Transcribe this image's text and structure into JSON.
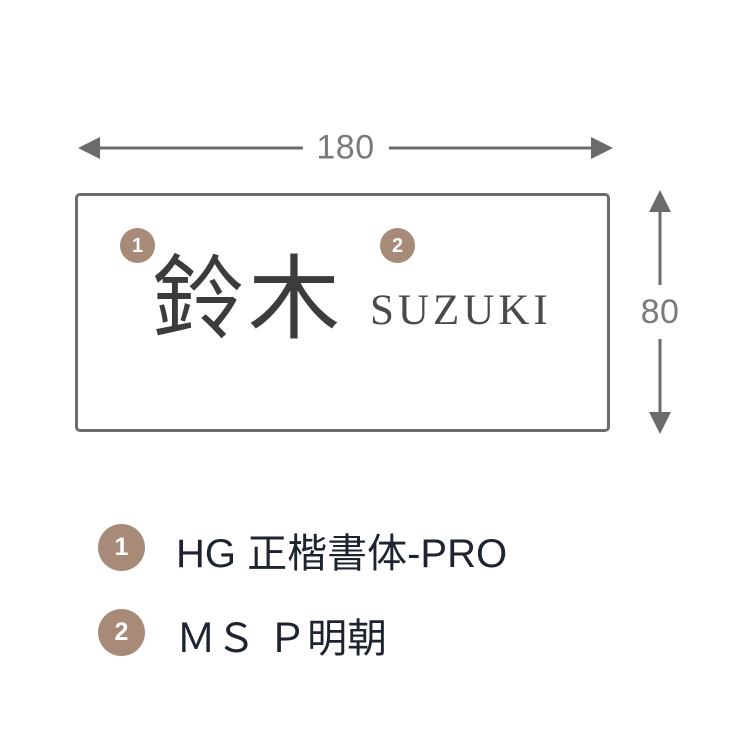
{
  "colors": {
    "background": "#ffffff",
    "badge_fill": "#a88a78",
    "badge_text": "#ffffff",
    "plate_border": "#6b6b6b",
    "dimension_line": "#6b6b6b",
    "dimension_text": "#7a7a7a",
    "kanji_text": "#3c3c3c",
    "romaji_text": "#4a4a4a",
    "legend_text": "#1d2330"
  },
  "dimensions": {
    "width": {
      "value": "180",
      "unit": "",
      "orientation": "horizontal",
      "arrows": "both"
    },
    "height": {
      "value": "80",
      "unit": "",
      "orientation": "vertical",
      "arrows": "both"
    }
  },
  "plate": {
    "kanji_name": "鈴木",
    "romaji_name": "SUZUKI",
    "markers": [
      {
        "number": "1",
        "target": "kanji_name"
      },
      {
        "number": "2",
        "target": "romaji_name"
      }
    ]
  },
  "legend": {
    "items": [
      {
        "number": "1",
        "label": "HG 正楷書体-PRO"
      },
      {
        "number": "2",
        "label": "ＭＳ Ｐ明朝"
      }
    ]
  },
  "icons": {
    "arrow_left": "arrow-left-icon",
    "arrow_right": "arrow-right-icon",
    "arrow_up": "arrow-up-icon",
    "arrow_down": "arrow-down-icon"
  }
}
